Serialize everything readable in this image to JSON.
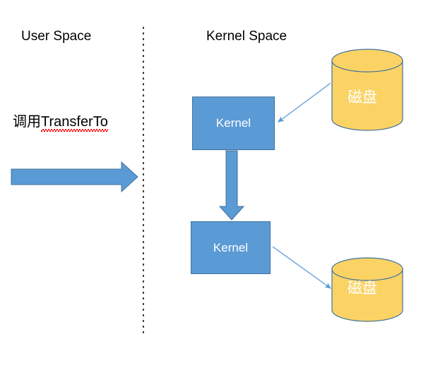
{
  "diagram": {
    "title_user_space": "User Space",
    "title_kernel_space": "Kernel Space",
    "call_label_cjk": "调用",
    "call_label_api": "TransferTo",
    "kernel_box_top_label": "Kernel",
    "kernel_box_bottom_label": "Kernel",
    "disk_top_label": "磁盘",
    "disk_bottom_label": "磁盘",
    "colors": {
      "box_fill": "#5B9BD5",
      "box_stroke": "#41719C",
      "disk_fill": "#FBD364",
      "disk_stroke": "#41719C",
      "arrow_fill": "#5B9BD5",
      "arrow_stroke": "#41719C",
      "connector_stroke": "#5B9BD5",
      "divider_stroke": "#404040",
      "text_dark": "#000000",
      "text_light": "#FFFFFF",
      "spellcheck_underline": "#FF0000"
    }
  }
}
